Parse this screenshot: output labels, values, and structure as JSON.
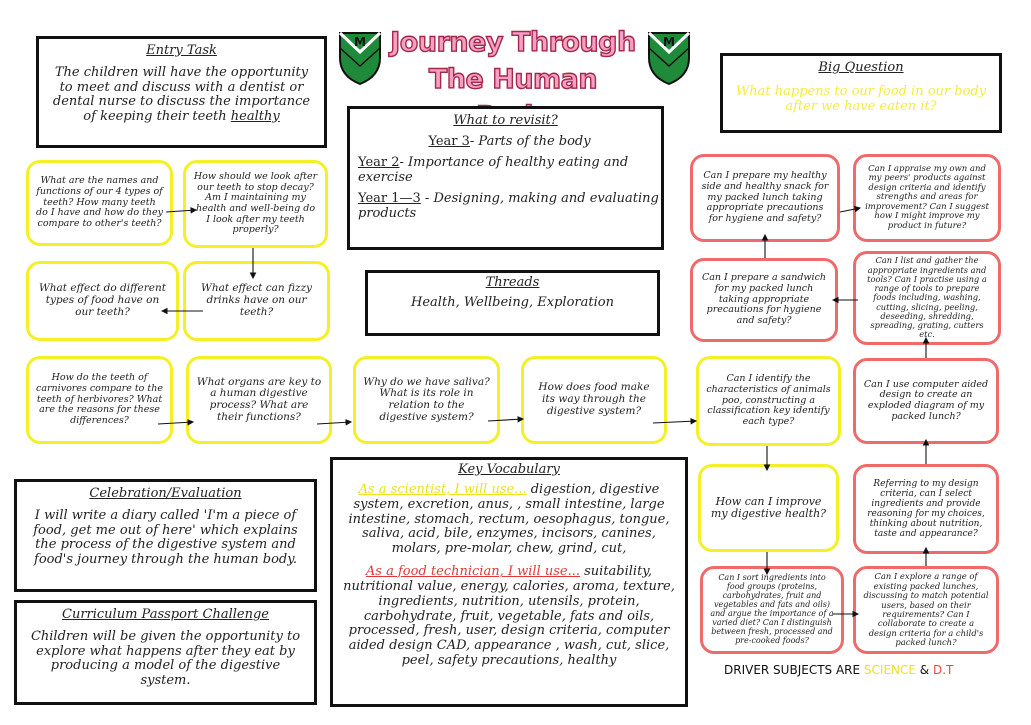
{
  "header": {
    "title_line1": "Journey Through",
    "title_line2": "The Human Body",
    "logo_letter": "M"
  },
  "entry_task": {
    "title": "Entry Task",
    "text_before": "The children will have the opportunity to meet and discuss with a dentist or dental nurse to discuss the importance of keeping their teeth ",
    "text_underlined": "healthy"
  },
  "big_question": {
    "title": "Big Question",
    "text": "What happens to our food in our body after we have eaten it?",
    "color": "#f5ec3c"
  },
  "revisit": {
    "title": "What to revisit?",
    "lines": [
      {
        "label": "Year 3",
        "text": "- Parts of the body"
      },
      {
        "label": "Year 2",
        "text": "- Importance of healthy eating and exercise"
      },
      {
        "label": "Year 1—3",
        "text": " - Designing, making and evaluating products"
      }
    ]
  },
  "threads": {
    "title": "Threads",
    "text": "Health, Wellbeing, Exploration"
  },
  "science_questions": [
    "What are the names and functions of our 4 types of teeth? How many teeth do I have and how do they compare to other's teeth?",
    "How should we look after our teeth to stop decay? Am I maintaining my health and well-being do I look after my teeth properly?",
    "What effect do different types of food have on our teeth?",
    "What effect can fizzy drinks have on our teeth?",
    "How do the teeth of carnivores compare to the teeth of herbivores? What are the reasons for these differences?",
    "What organs are key to a human digestive process? What are their functions?",
    "Why do we have saliva? What is its role in relation to the digestive system?",
    "How does food make its way through the digestive system?",
    "Can I identify the characteristics of animals poo, constructing a classification key identify each type?",
    "How can I improve my digestive health?"
  ],
  "dt_questions": [
    "Can I prepare my healthy side and healthy snack for my packed lunch taking appropriate precautions for hygiene and safety?",
    "Can I appraise my own and my peers' products against design criteria and identify strengths and areas for improvement? Can I suggest how I might improve my product in future?",
    "Can I prepare a sandwich for my packed lunch taking appropriate precautions for hygiene and safety?",
    "Can I list and gather the appropriate ingredients and tools? Can I practise using a range of tools to prepare foods including, washing, cutting, slicing, peeling, deseeding, shredding, spreading, grating, cutters etc.",
    "Can I use computer aided design to create an exploded diagram of my packed lunch?",
    "Referring to my design criteria, can I select ingredients and provide reasoning for my choices, thinking about nutrition, taste and appearance?",
    "Can I sort ingredients into food groups (proteins, carbohydrates, fruit and vegetables and fats and oils) and argue the importance of a varied diet? Can I distinguish between fresh, processed and pre-cooked foods?",
    "Can I explore a range of existing packed lunches, discussing to match potential users, based on their requirements? Can I collaborate to create a design criteria for a child's packed lunch?"
  ],
  "vocab": {
    "title": "Key Vocabulary",
    "sci_lead": "As a scientist, I will use...",
    "sci_words": " digestion, digestive system, excretion, anus, , small intestine, large intestine, stomach, rectum, oesophagus, tongue, saliva, acid, bile, enzymes, incisors, canines, molars, pre-molar, chew, grind, cut,",
    "dt_lead": "As a food technician, I will use...",
    "dt_words": " suitability, nutritional value, energy, calories, aroma, texture, ingredients, nutrition, utensils, protein, carbohydrate, fruit, vegetable, fats and oils, processed, fresh, user, design criteria, computer aided design CAD, appearance , wash, cut, slice, peel, safety precautions, healthy"
  },
  "celebration": {
    "title": "Celebration/Evaluation",
    "text": "I will write a diary called 'I'm a piece of food, get me out of here' which explains the process of the digestive system and food's journey through the human body."
  },
  "passport": {
    "title": "Curriculum Passport Challenge",
    "text": "Children will be given the opportunity to explore what happens after they eat by producing a model of the digestive system."
  },
  "driver": {
    "prefix": "DRIVER SUBJECTS ARE ",
    "science": "SCIENCE",
    "amp": " & ",
    "dt": "D.T"
  },
  "colors": {
    "science_border": "#f3f028",
    "dt_border": "#ef6b6b",
    "title_fill": "#f4a0c6",
    "title_stroke": "#a42848",
    "shield_green": "#1e8a3a"
  }
}
